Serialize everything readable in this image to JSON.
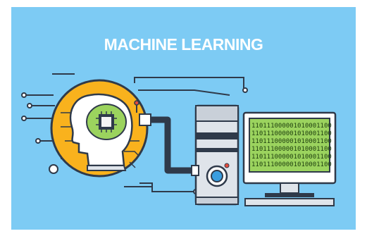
{
  "title": "MACHINE LEARNING",
  "colors": {
    "background": "#7dcbf4",
    "head_orange": "#f9b21d",
    "outline": "#2f3a4a",
    "screen_green": "#9bd35e",
    "tower_gray": "#dfe4ea"
  },
  "illustration": {
    "left": "human-head-with-circuit-brain",
    "middle": "computer-tower",
    "right": "monitor-with-binary-code"
  },
  "screen_lines": [
    "110111000001010001100",
    "110111000001010001100",
    "110111000001010001100",
    "110111000001010001100",
    "110111000001010001100",
    "110111000001010001100"
  ]
}
